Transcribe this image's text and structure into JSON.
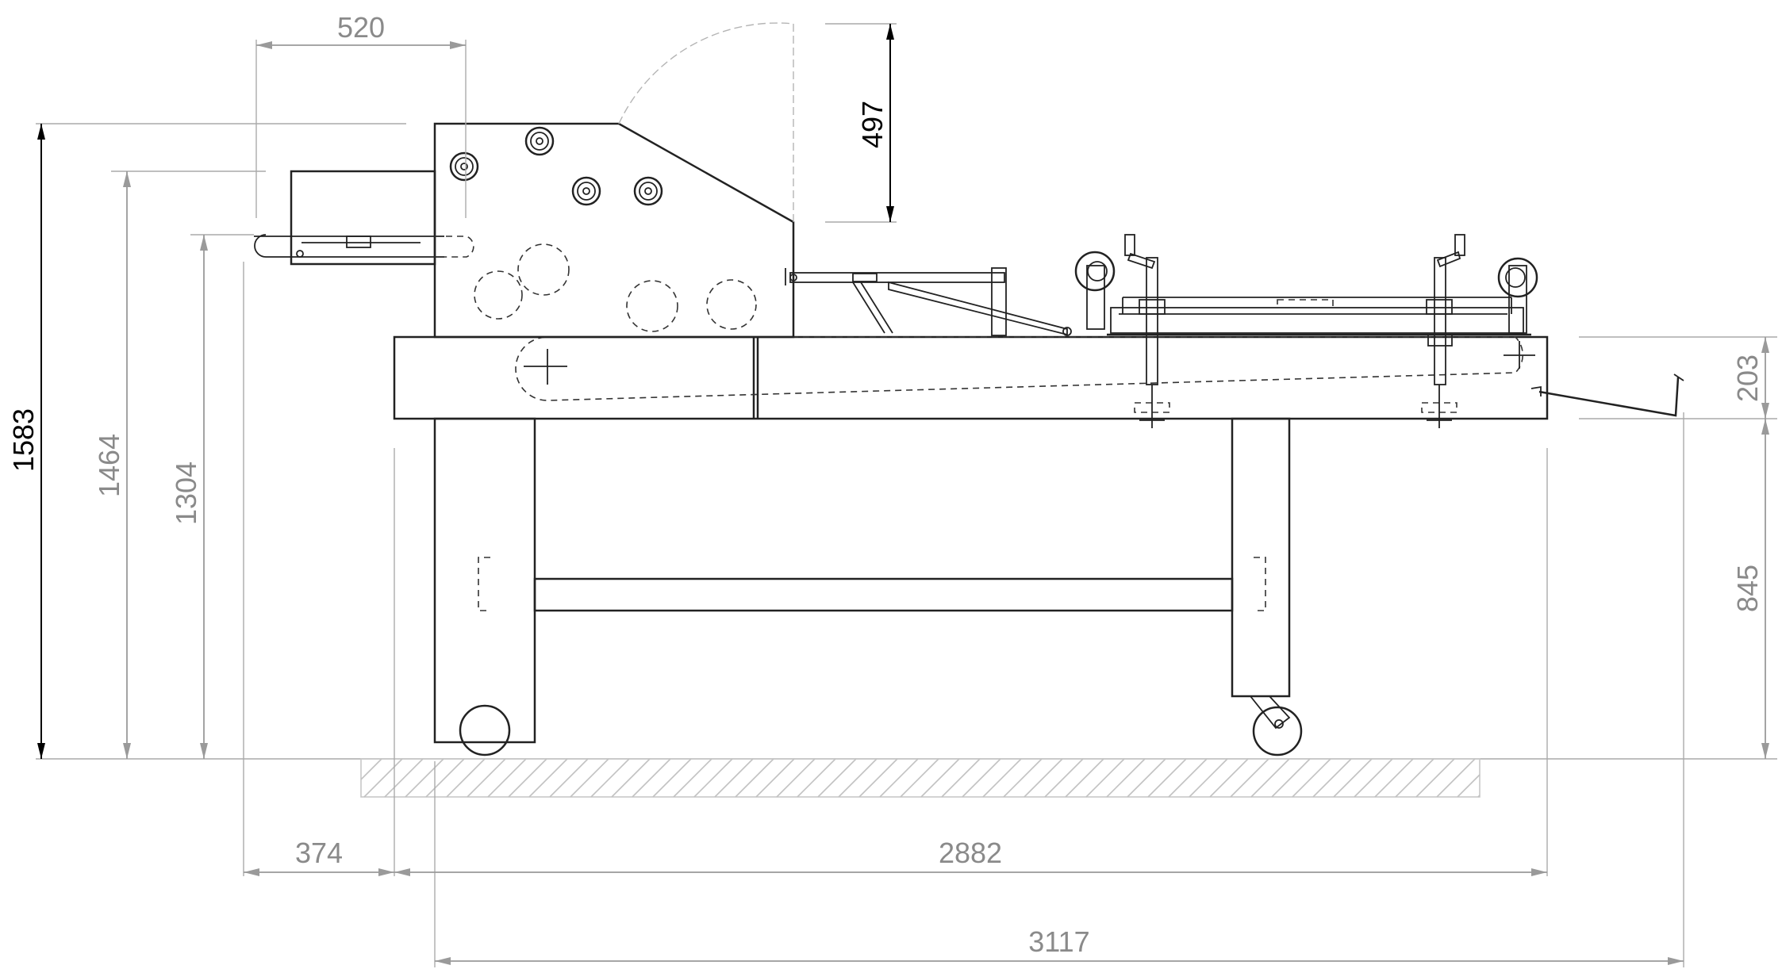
{
  "dimensions": {
    "top_width": "520",
    "top_opening": "497",
    "overall_height": "1583",
    "infeed_height": "1464",
    "working_height": "1304",
    "conveyor_height": "203",
    "table_height": "845",
    "infeed_length": "374",
    "base_length": "2882",
    "overall_length": "3117"
  }
}
